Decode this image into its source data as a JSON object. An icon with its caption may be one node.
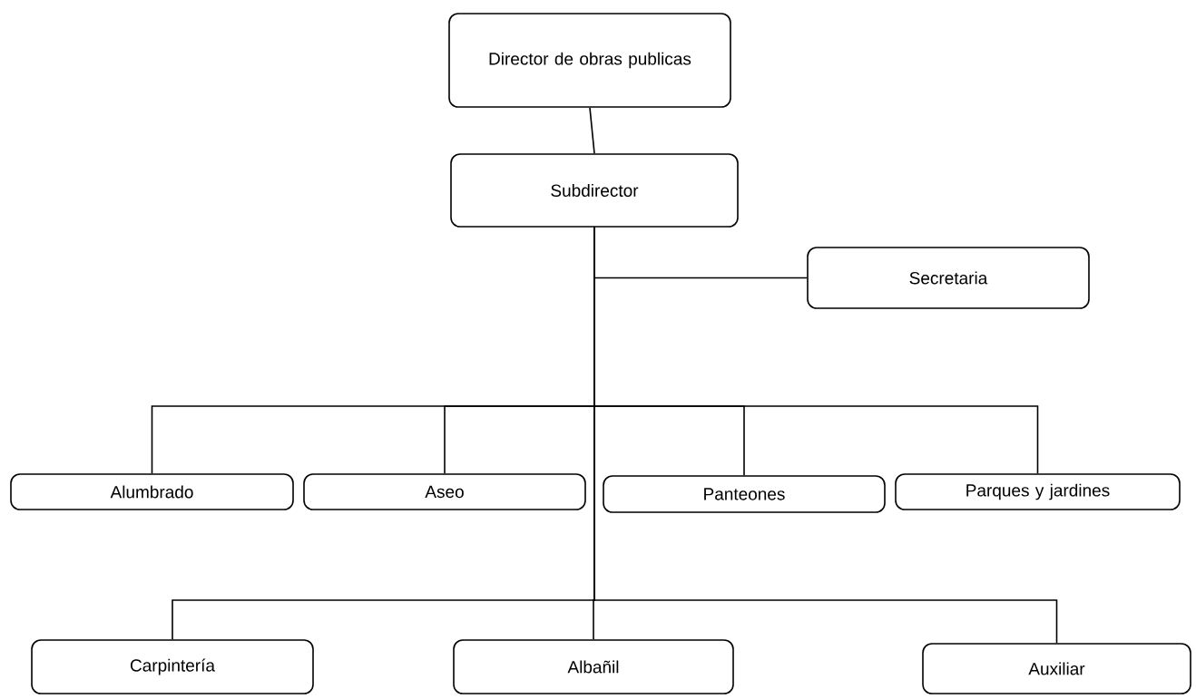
{
  "diagram": {
    "nodes": [
      {
        "text": [
          "Director de obras publicas"
        ]
      },
      {
        "text": [
          "Subdirector"
        ]
      },
      {
        "text": [
          "Secretaria"
        ]
      },
      {
        "text": [
          "Alumbrado"
        ]
      },
      {
        "text": [
          "Aseo"
        ]
      },
      {
        "text": [
          "Panteones"
        ]
      },
      {
        "text": [
          "Parques y jardines"
        ]
      },
      {
        "text": [
          "Carpintería"
        ]
      },
      {
        "text": [
          "Albañil"
        ]
      },
      {
        "text": [
          "Auxiliar"
        ]
      }
    ],
    "edges": [
      {
        "from": 0,
        "to": 1,
        "arrow": "none"
      },
      {
        "from": 1,
        "to": 2,
        "arrow": "none"
      },
      {
        "from": 1,
        "to": 3,
        "arrow": "none"
      },
      {
        "from": 1,
        "to": 4,
        "arrow": "none"
      },
      {
        "from": 1,
        "to": 5,
        "arrow": "none"
      },
      {
        "from": 1,
        "to": 6,
        "arrow": "none"
      },
      {
        "from": 1,
        "to": 7,
        "arrow": "none"
      },
      {
        "from": 1,
        "to": 8,
        "arrow": "none"
      },
      {
        "from": 1,
        "to": 9,
        "arrow": "none"
      }
    ]
  }
}
